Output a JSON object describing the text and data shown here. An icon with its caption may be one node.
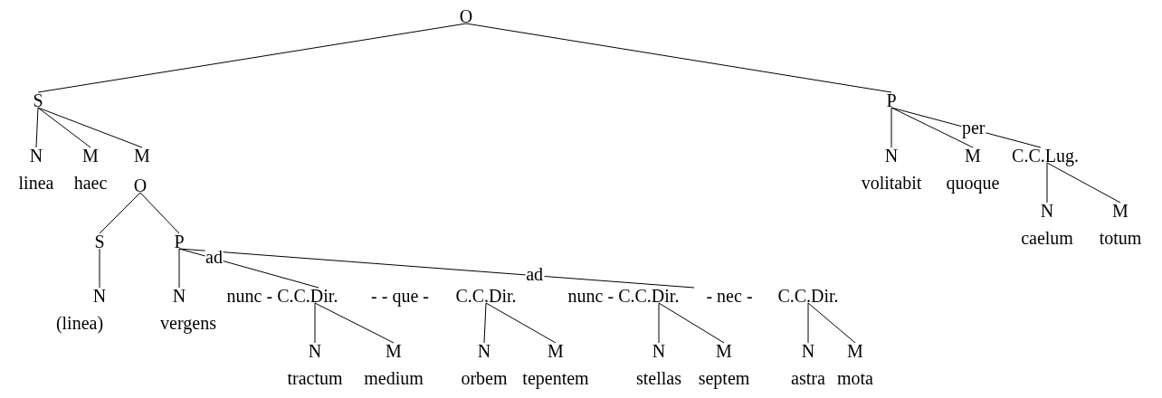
{
  "diagram": {
    "nodes": [
      {
        "text": [
          "O"
        ]
      },
      {
        "text": [
          "S"
        ]
      },
      {
        "text": [
          "P"
        ]
      },
      {
        "text": [
          "N"
        ],
        "beside": [
          "linea"
        ]
      },
      {
        "text": [
          "M"
        ],
        "beside": [
          "haec"
        ]
      },
      {
        "text": [
          "M"
        ]
      },
      {
        "text": [
          "O"
        ]
      },
      {
        "text": [
          "S"
        ]
      },
      {
        "text": [
          "P"
        ]
      },
      {
        "text": [
          "N"
        ],
        "beside": [
          "(linea)"
        ]
      },
      {
        "text": [
          "N"
        ],
        "beside": [
          "vergens"
        ]
      },
      {
        "text": [
          "nunc - C.C.Dir."
        ]
      },
      {
        "text": [
          "C.C.Dir."
        ]
      },
      {
        "text": [
          "nunc - C.C.Dir."
        ]
      },
      {
        "text": [
          "C.C.Dir."
        ]
      },
      {
        "text": [
          "N"
        ],
        "beside": [
          "tractum"
        ]
      },
      {
        "text": [
          "M"
        ],
        "beside": [
          "medium"
        ]
      },
      {
        "text": [
          "N"
        ],
        "beside": [
          "orbem"
        ]
      },
      {
        "text": [
          "M"
        ],
        "beside": [
          "tepentem"
        ]
      },
      {
        "text": [
          "N"
        ],
        "beside": [
          "stellas"
        ]
      },
      {
        "text": [
          "M"
        ],
        "beside": [
          "septem"
        ]
      },
      {
        "text": [
          "N"
        ],
        "beside": [
          "astra"
        ]
      },
      {
        "text": [
          "M"
        ],
        "beside": [
          "mota"
        ]
      },
      {
        "text": [
          "N"
        ],
        "beside": [
          "volitabit"
        ]
      },
      {
        "text": [
          "M"
        ],
        "beside": [
          "quoque"
        ]
      },
      {
        "text": [
          "C.C.Lug."
        ]
      },
      {
        "text": [
          "N"
        ],
        "beside": [
          "caelum"
        ]
      },
      {
        "text": [
          "M"
        ],
        "beside": [
          "totum"
        ]
      }
    ],
    "edges": [
      {
        "from": 0,
        "to": 1,
        "arrow": "none"
      },
      {
        "from": 0,
        "to": 2,
        "arrow": "none"
      },
      {
        "from": 1,
        "to": 3,
        "arrow": "none"
      },
      {
        "from": 1,
        "to": 4,
        "arrow": "none"
      },
      {
        "from": 1,
        "to": 5,
        "arrow": "none"
      },
      {
        "from": 6,
        "to": 7,
        "arrow": "none"
      },
      {
        "from": 6,
        "to": 8,
        "arrow": "none"
      },
      {
        "from": 7,
        "to": 9,
        "arrow": "none"
      },
      {
        "from": 8,
        "to": 10,
        "arrow": "none"
      },
      {
        "from": 8,
        "to": 11,
        "arrow": "none",
        "label": "ad"
      },
      {
        "from": 8,
        "to": 13,
        "arrow": "none",
        "label": "ad"
      },
      {
        "from": 11,
        "to": 15,
        "arrow": "none"
      },
      {
        "from": 11,
        "to": 16,
        "arrow": "none"
      },
      {
        "from": 12,
        "to": 17,
        "arrow": "none"
      },
      {
        "from": 12,
        "to": 18,
        "arrow": "none"
      },
      {
        "from": 13,
        "to": 19,
        "arrow": "none"
      },
      {
        "from": 13,
        "to": 20,
        "arrow": "none"
      },
      {
        "from": 14,
        "to": 21,
        "arrow": "none"
      },
      {
        "from": 14,
        "to": 22,
        "arrow": "none"
      },
      {
        "from": 2,
        "to": 23,
        "arrow": "none"
      },
      {
        "from": 2,
        "to": 24,
        "arrow": "none"
      },
      {
        "from": 2,
        "to": 25,
        "arrow": "none",
        "label": "per"
      },
      {
        "from": 25,
        "to": 26,
        "arrow": "none"
      },
      {
        "from": 25,
        "to": 27,
        "arrow": "none"
      }
    ],
    "labels": [
      "- - que -",
      "- nec -"
    ]
  }
}
